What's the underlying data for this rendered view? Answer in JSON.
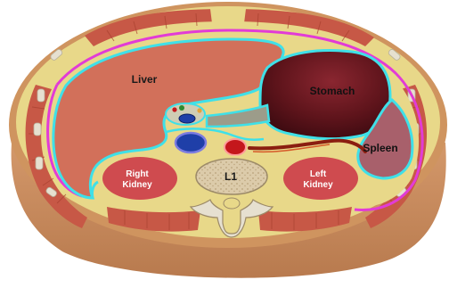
{
  "labels": {
    "liver": "Liver",
    "stomach": "Stomach",
    "spleen": "Spleen",
    "right_kidney_line1": "Right",
    "right_kidney_line2": "Kidney",
    "left_kidney_line1": "Left",
    "left_kidney_line2": "Kidney",
    "vertebra": "L1"
  },
  "colors": {
    "skin": "#c98e61",
    "fat": "#e8d889",
    "muscle": "#c85a4a",
    "liver": "#d2705a",
    "stomach": "#7a1f25",
    "spleen": "#a8606b",
    "kidney": "#cf4b4f",
    "cavity_outline": "#3fe0e8",
    "peritoneum_outline": "#e23bd6",
    "bone": "#d8c7a6",
    "ivc": "#1f3fa8",
    "aorta": "#c4171c",
    "portal_triad_green": "#2e8b2e"
  }
}
